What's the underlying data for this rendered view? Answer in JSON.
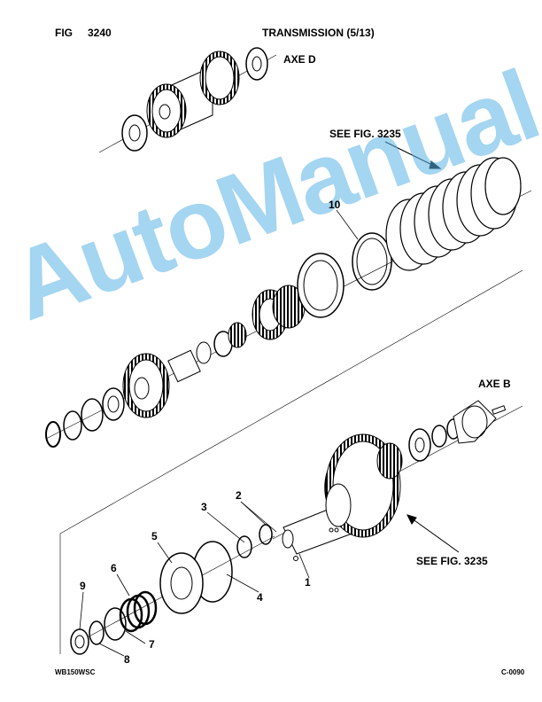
{
  "header": {
    "fig_label": "FIG",
    "fig_number": "3240",
    "title": "TRANSMISSION (5/13)"
  },
  "axes": {
    "axe_d": "AXE D",
    "axe_b": "AXE B"
  },
  "references": {
    "see_fig_top": "SEE FIG. 3235",
    "see_fig_bottom": "SEE FIG. 3235"
  },
  "callouts": [
    "1",
    "2",
    "3",
    "4",
    "5",
    "6",
    "7",
    "8",
    "9",
    "10"
  ],
  "watermark": "AutoManual",
  "footer": {
    "left_code": "WB150WSC",
    "right_code": "C-0090"
  }
}
